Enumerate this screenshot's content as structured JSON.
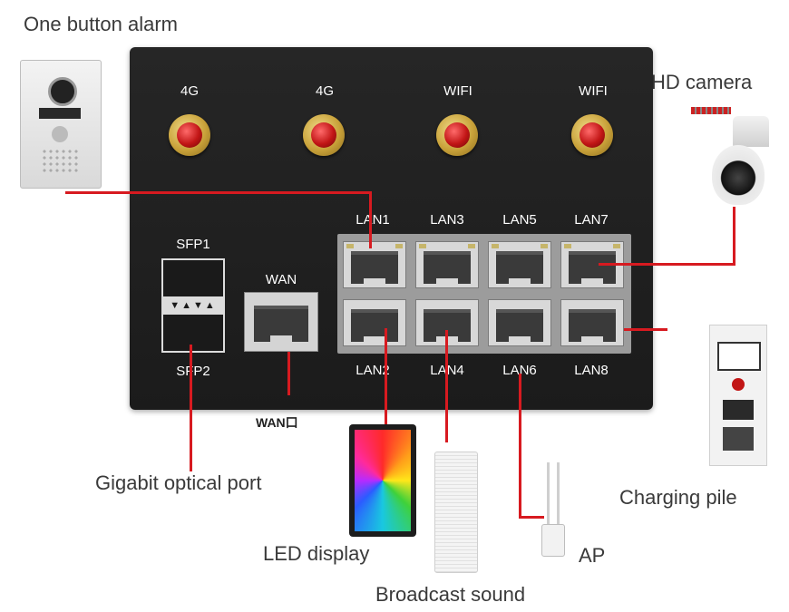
{
  "devices": {
    "alarm_label": "One button alarm",
    "camera_label": "HD camera",
    "charging_label": "Charging pile",
    "optical_label": "Gigabit optical port",
    "led_label": "LED display",
    "broadcast_label": "Broadcast sound",
    "ap_label": "AP"
  },
  "antennas": [
    "4G",
    "4G",
    "WIFI",
    "WIFI"
  ],
  "ports": {
    "sfp_top": "SFP1",
    "sfp_bottom": "SFP2",
    "wan": "WAN",
    "wan_below": "WAN口",
    "lan_top": [
      "LAN1",
      "LAN3",
      "LAN5",
      "LAN7"
    ],
    "lan_bottom": [
      "LAN2",
      "LAN4",
      "LAN6",
      "LAN8"
    ]
  },
  "colors": {
    "link_line": "#d71a20",
    "panel": "#1f1f1f"
  }
}
